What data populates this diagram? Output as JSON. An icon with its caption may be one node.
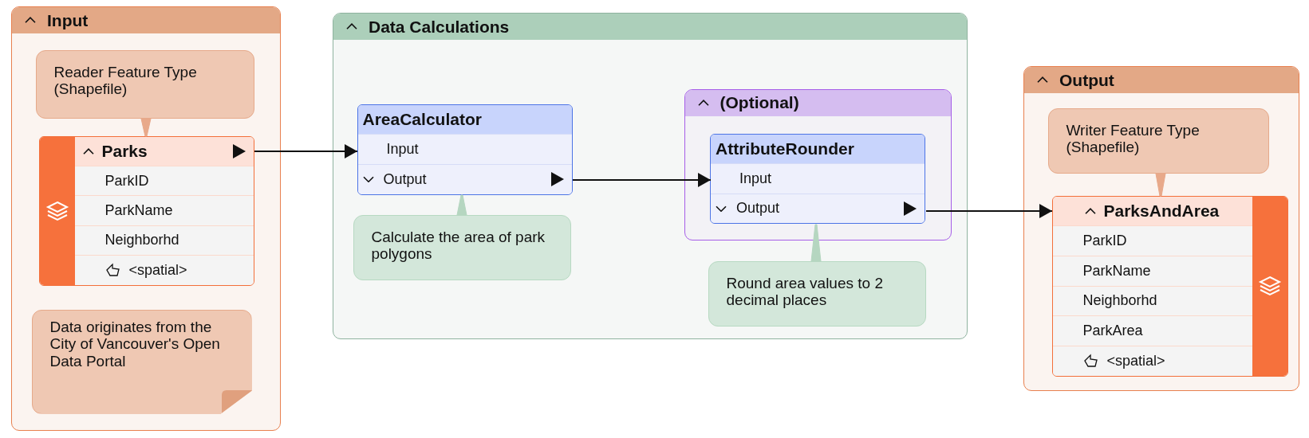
{
  "diagram": {
    "nodes": [
      {
        "text": [
          "Input"
        ]
      },
      {
        "text": [
          "Reader Feature Type (Shapefile)"
        ],
        "in": 0
      },
      {
        "text": [
          "Parks",
          "ParkID",
          "ParkName",
          "Neighborhd",
          "<spatial>"
        ],
        "in": 0
      },
      {
        "text": [
          "Data originates from the City of Vancouver's Open Data Portal"
        ],
        "in": 0
      },
      {
        "text": [
          "Data Calculations"
        ]
      },
      {
        "text": [
          "AreaCalculator",
          "Input",
          "Output"
        ],
        "in": 4
      },
      {
        "text": [
          "Calculate the area of park polygons"
        ],
        "in": 4
      },
      {
        "text": [
          "(Optional)"
        ],
        "in": 4
      },
      {
        "text": [
          "AttributeRounder",
          "Input",
          "Output"
        ],
        "in": 7
      },
      {
        "text": [
          "Round area values to 2 decimal places"
        ],
        "in": 4
      },
      {
        "text": [
          "Output"
        ]
      },
      {
        "text": [
          "Writer Feature Type (Shapefile)"
        ],
        "in": 10
      },
      {
        "text": [
          "ParksAndArea",
          "ParkID",
          "ParkName",
          "Neighborhd",
          "ParkArea",
          "<spatial>"
        ],
        "in": 10
      }
    ],
    "edges": [
      {
        "from": 2,
        "to": 5,
        "arrow": "to"
      },
      {
        "from": 5,
        "to": 8,
        "arrow": "to"
      },
      {
        "from": 8,
        "to": 12,
        "arrow": "to"
      },
      {
        "from": 1,
        "to": 2,
        "arrow": "none",
        "color": "#e8a98a"
      },
      {
        "from": 6,
        "to": 5,
        "arrow": "none",
        "color": "#b5d6c0"
      },
      {
        "from": 9,
        "to": 8,
        "arrow": "none",
        "color": "#b5d6c0"
      },
      {
        "from": 11,
        "to": 12,
        "arrow": "none",
        "color": "#e8a98a"
      }
    ]
  }
}
